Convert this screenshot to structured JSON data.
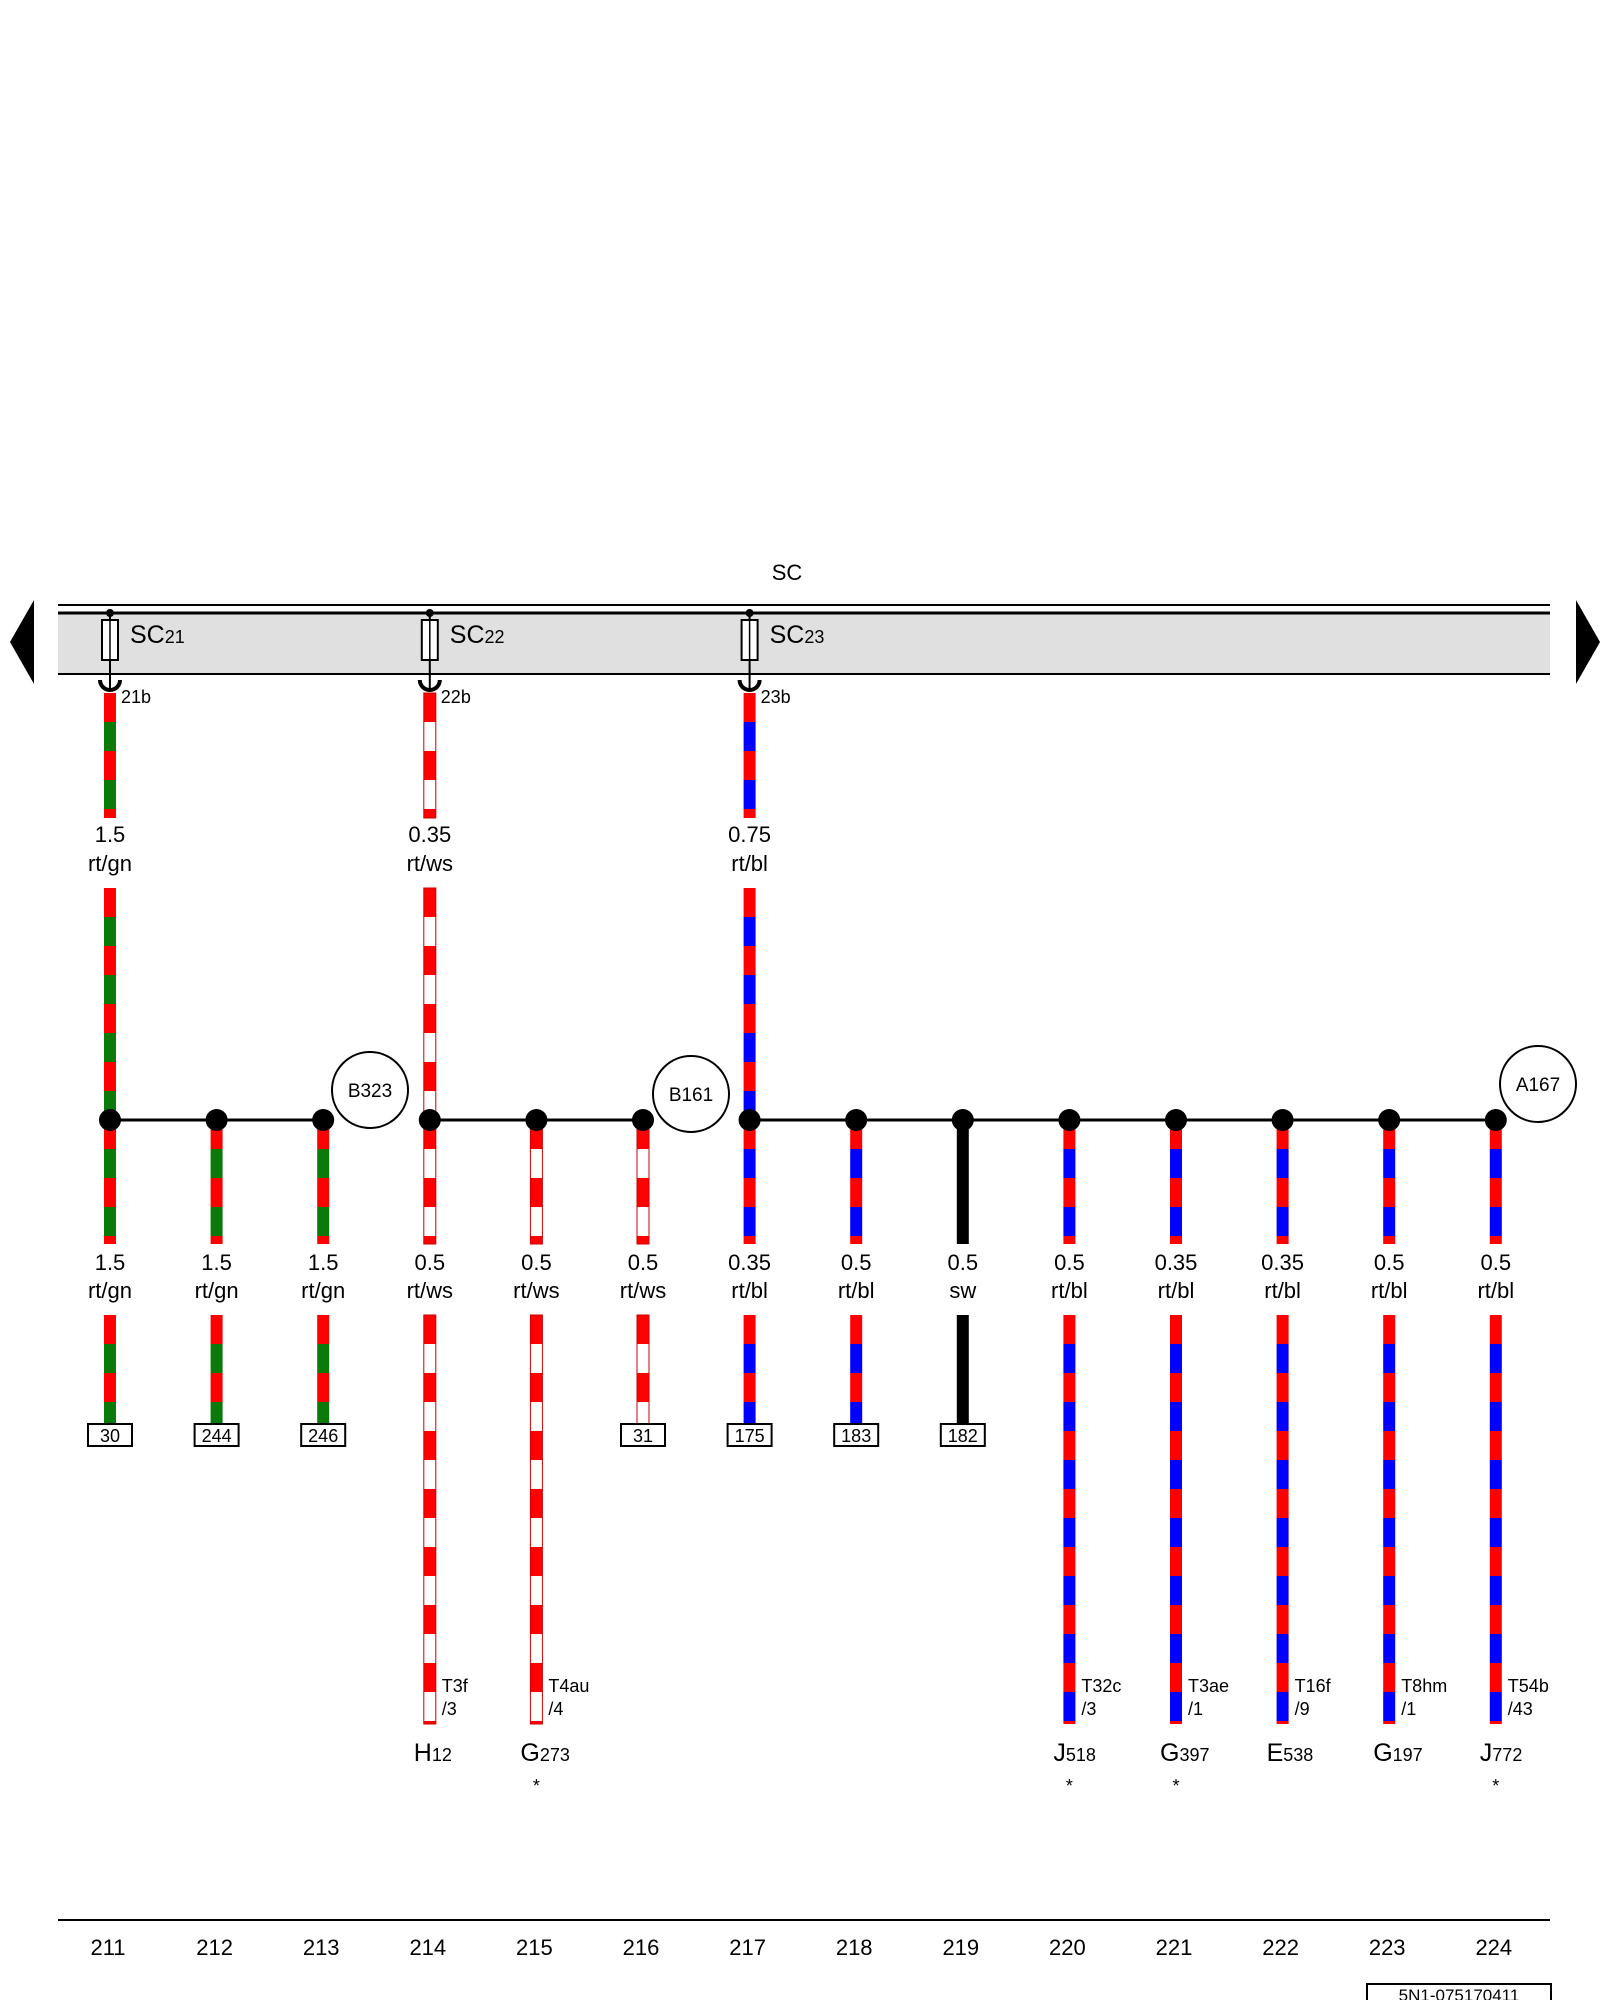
{
  "title": "SC",
  "colors": {
    "rt": "#ff0000",
    "gn": "#0a7a0a",
    "ws": "#ffffff",
    "bl": "#0000ff",
    "sw": "#000000",
    "band": "#e0e0e0"
  },
  "fuses": [
    {
      "id": "fuse-sc21",
      "label": "SC",
      "sub": "21",
      "pin": "21b",
      "col": 0
    },
    {
      "id": "fuse-sc22",
      "label": "SC",
      "sub": "22",
      "pin": "22b",
      "col": 3
    },
    {
      "id": "fuse-sc23",
      "label": "SC",
      "sub": "23",
      "pin": "23b",
      "col": 6
    }
  ],
  "feed_wires": [
    {
      "col": 0,
      "gauge": "1.5",
      "color": "rt/gn"
    },
    {
      "col": 3,
      "gauge": "0.35",
      "color": "rt/ws"
    },
    {
      "col": 6,
      "gauge": "0.75",
      "color": "rt/bl"
    }
  ],
  "bubbles": [
    {
      "label": "B323"
    },
    {
      "label": "B161"
    },
    {
      "label": "A167"
    }
  ],
  "branches": [
    {
      "col": 0,
      "gauge": "1.5",
      "color": "rt/gn",
      "terminal": "30"
    },
    {
      "col": 1,
      "gauge": "1.5",
      "color": "rt/gn",
      "terminal": "244"
    },
    {
      "col": 2,
      "gauge": "1.5",
      "color": "rt/gn",
      "terminal": "246"
    },
    {
      "col": 3,
      "gauge": "0.5",
      "color": "rt/ws",
      "connector": "T3f",
      "pin": "/3",
      "component": "H",
      "comp_sub": "12",
      "star": ""
    },
    {
      "col": 4,
      "gauge": "0.5",
      "color": "rt/ws",
      "connector": "T4au",
      "pin": "/4",
      "component": "G",
      "comp_sub": "273",
      "star": "*"
    },
    {
      "col": 5,
      "gauge": "0.5",
      "color": "rt/ws",
      "terminal": "31"
    },
    {
      "col": 6,
      "gauge": "0.35",
      "color": "rt/bl",
      "terminal": "175"
    },
    {
      "col": 7,
      "gauge": "0.5",
      "color": "rt/bl",
      "terminal": "183"
    },
    {
      "col": 8,
      "gauge": "0.5",
      "color": "sw",
      "terminal": "182"
    },
    {
      "col": 9,
      "gauge": "0.5",
      "color": "rt/bl",
      "connector": "T32c",
      "pin": "/3",
      "component": "J",
      "comp_sub": "518",
      "star": "*"
    },
    {
      "col": 10,
      "gauge": "0.35",
      "color": "rt/bl",
      "connector": "T3ae",
      "pin": "/1",
      "component": "G",
      "comp_sub": "397",
      "star": "*"
    },
    {
      "col": 11,
      "gauge": "0.35",
      "color": "rt/bl",
      "connector": "T16f",
      "pin": "/9",
      "component": "E",
      "comp_sub": "538",
      "star": ""
    },
    {
      "col": 12,
      "gauge": "0.5",
      "color": "rt/bl",
      "connector": "T8hm",
      "pin": "/1",
      "component": "G",
      "comp_sub": "197",
      "star": ""
    },
    {
      "col": 13,
      "gauge": "0.5",
      "color": "rt/bl",
      "connector": "T54b",
      "pin": "/43",
      "component": "J",
      "comp_sub": "772",
      "star": "*"
    }
  ],
  "column_numbers": [
    "211",
    "212",
    "213",
    "214",
    "215",
    "216",
    "217",
    "218",
    "219",
    "220",
    "221",
    "222",
    "223",
    "224"
  ],
  "reference": "5N1-075170411"
}
